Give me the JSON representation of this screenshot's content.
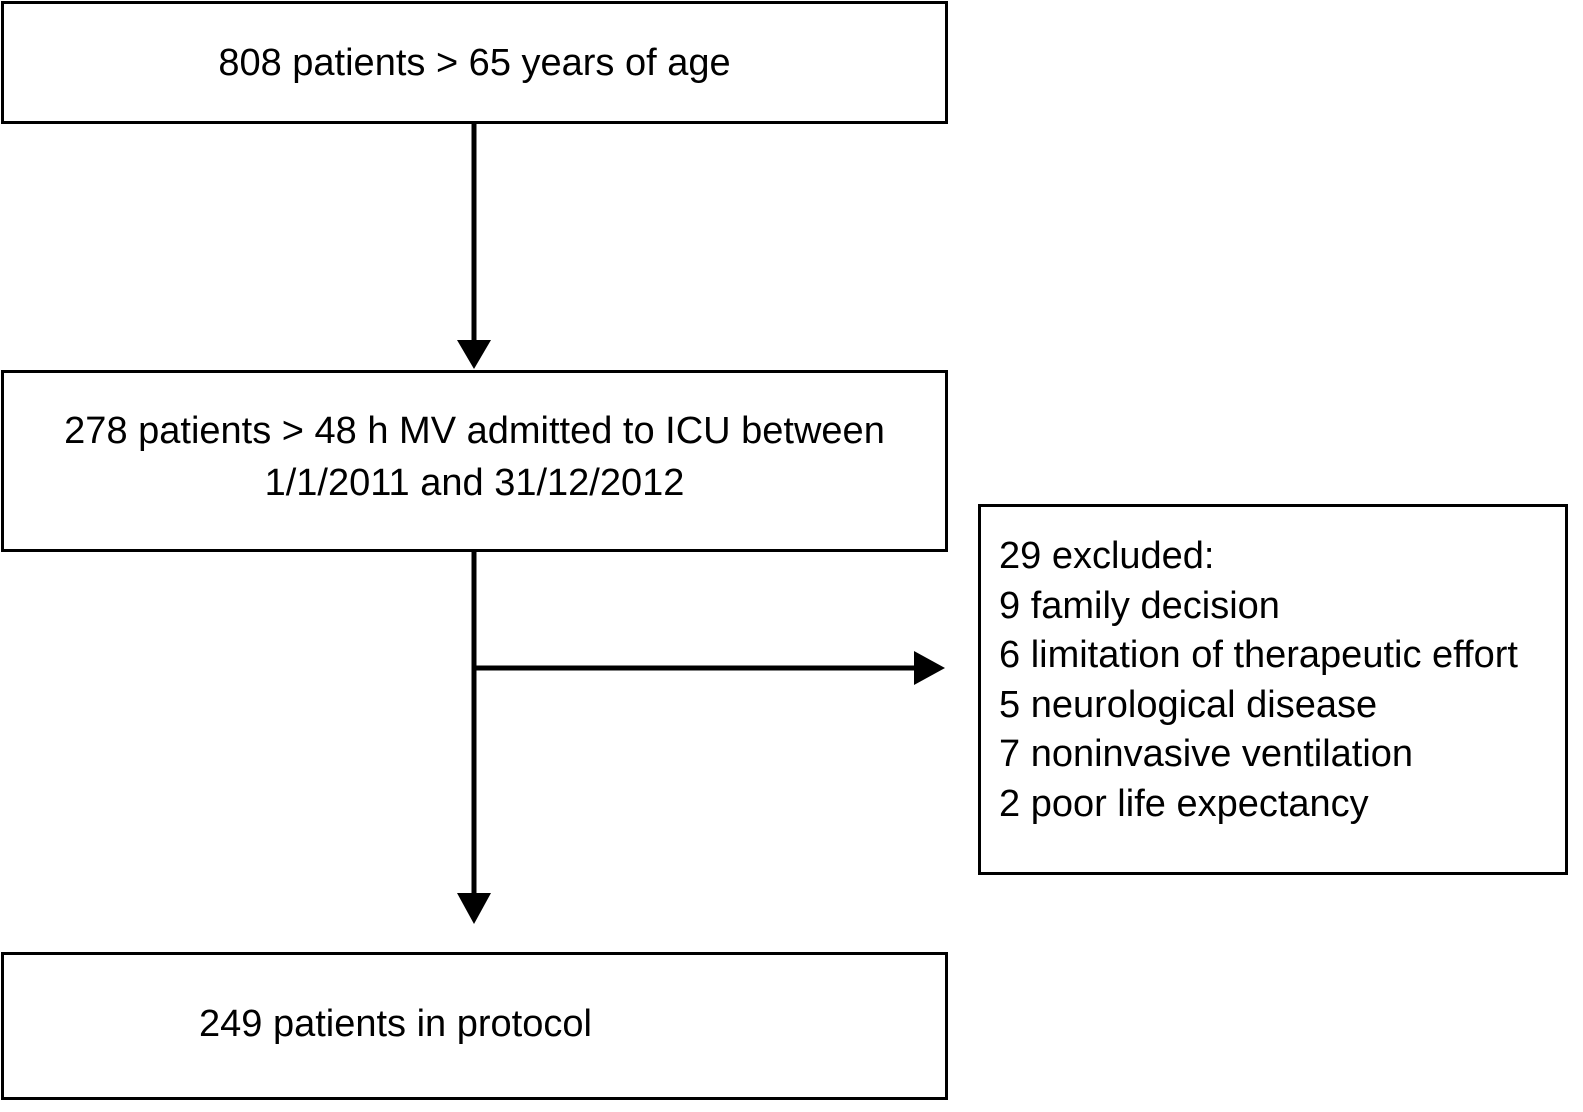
{
  "flowchart": {
    "start_box": {
      "text": "808 patients > 65 years of age"
    },
    "eligible_box": {
      "lines": [
        "278 patients > 48 h MV admitted to ICU between",
        "1/1/2011 and 31/12/2012"
      ]
    },
    "excluded_box": {
      "title": "29 excluded:",
      "items": [
        "9 family decision",
        "6 limitation of therapeutic effort",
        "5 neurological disease",
        "7 noninvasive ventilation",
        "2 poor life expectancy"
      ]
    },
    "final_box": {
      "text": "249 patients in protocol"
    },
    "colors": {
      "stroke": "#000000",
      "fill": "#ffffff"
    }
  }
}
